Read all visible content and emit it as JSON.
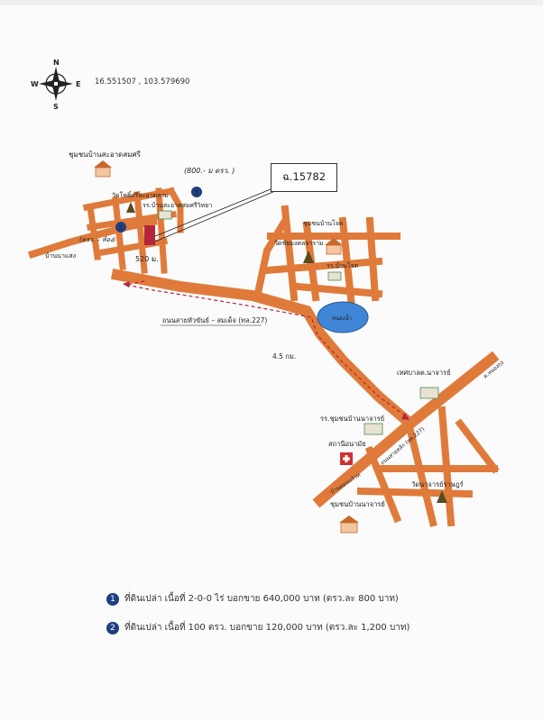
{
  "compass": {
    "n": "N",
    "s": "S",
    "e": "E",
    "w": "W"
  },
  "coordinates": "16.551507 , 103.579690",
  "parcel_label": "ฉ.15782",
  "colors": {
    "road": "#e07a3a",
    "lake": "#3f86d6",
    "marker": "#1f3f80",
    "route": "#b3263a",
    "parcel": "#b3263a"
  },
  "places": {
    "community_top_left": "ชุมชนบ้านสะอาดสมศรี",
    "temple_left": "วัดโพธิ์ศรีสะอาดสาม",
    "school_left": "รร.บ้านสะอาดสมศรีวิทยา",
    "road_left_end": "บ้านนาแสง",
    "community_right": "ชุมชนบ้านโจด",
    "temple_right": "วัดชัยมงคลจาราม",
    "school_right": "รร.บ้านโจด",
    "lake": "หนองน้ำ",
    "municipality": "เทศบาลต.นาจารย์",
    "school_bottom": "รร.ชุมชนบ้านนาจารย์",
    "health_center": "สถานีอนามัย",
    "temple_bottom": "วัดนาจารย์ราษฎร์",
    "community_bottom": "ชุมชนบ้านนาจารย์",
    "road_right_end": "ต.หนองกุง",
    "road_lower_left": "บ้านดอนแก้วท",
    "highway_bottom": "ถนนสายหลัก (ทล.227)"
  },
  "annotations": {
    "distance_520": "520 ม.",
    "distance_45": "4.5 กม.",
    "highway_label": "ถนนสายหัวขันธ์ – สมเด็จ (ทล.227)",
    "handwritten_1": "(800.- ม ตรว. )",
    "handwritten_2": "(ตรว. – ห้อง)"
  },
  "legend": [
    {
      "marker": "1",
      "text": "ที่ดินเปล่า เนื้อที่ 2-0-0 ไร่  บอกขาย 640,000 บาท (ตรว.ละ  800 บาท)"
    },
    {
      "marker": "2",
      "text": "ที่ดินเปล่า เนื้อที่ 100 ตรว. บอกขาย 120,000 บาท (ตรว.ละ 1,200 บาท)"
    }
  ]
}
